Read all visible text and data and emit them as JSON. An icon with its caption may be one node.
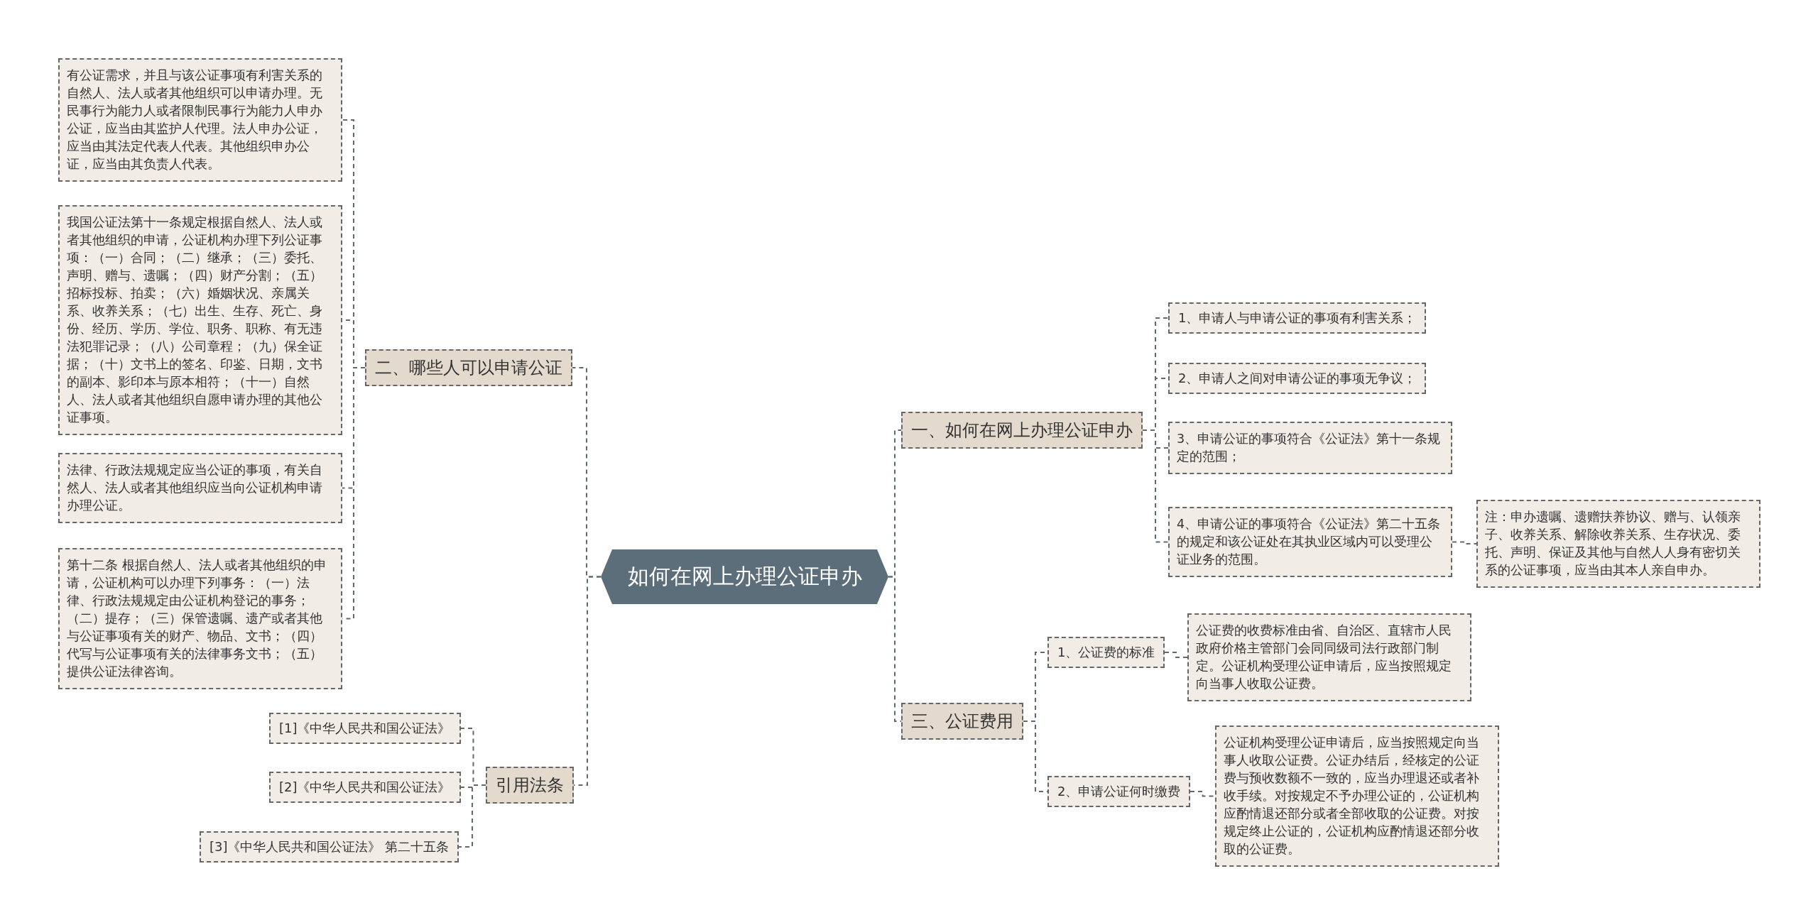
{
  "diagram": {
    "nodes": [
      {
        "text": [
          "如何在网上办理公证申办"
        ]
      },
      {
        "text": [
          "二、哪些人可以申请公证"
        ]
      },
      {
        "text": [
          "有公证需求，并且与该公证事项有利害关系的自然人、法人或者其他组织可以申请办理。无民事行为能力人或者限制民事行为能力人申办公证，应当由其监护人代理。法人申办公证，应当由其法定代表人代表。其他组织申办公证，应当由其负责人代表。"
        ]
      },
      {
        "text": [
          "我国公证法第十一条规定根据自然人、法人或者其他组织的申请，公证机构办理下列公证事项：（一）合同；（二）继承；（三）委托、声明、赠与、遗嘱；（四）财产分割；（五）招标投标、拍卖；（六）婚姻状况、亲属关系、收养关系；（七）出生、生存、死亡、身份、经历、学历、学位、职务、职称、有无违法犯罪记录；（八）公司章程；（九）保全证据；（十）文书上的签名、印鉴、日期，文书的副本、影印本与原本相符；（十一）自然人、法人或者其他组织自愿申请办理的其他公证事项。"
        ]
      },
      {
        "text": [
          "法律、行政法规规定应当公证的事项，有关自然人、法人或者其他组织应当向公证机构申请办理公证。"
        ]
      },
      {
        "text": [
          "第十二条 根据自然人、法人或者其他组织的申请，公证机构可以办理下列事务：（一）法律、行政法规规定由公证机构登记的事务；（二）提存；（三）保管遗嘱、遗产或者其他与公证事项有关的财产、物品、文书；（四）代写与公证事项有关的法律事务文书；（五）提供公证法律咨询。"
        ]
      },
      {
        "text": [
          "引用法条"
        ]
      },
      {
        "text": [
          "[1]《中华人民共和国公证法》"
        ]
      },
      {
        "text": [
          "[2]《中华人民共和国公证法》"
        ]
      },
      {
        "text": [
          "[3]《中华人民共和国公证法》 第二十五条"
        ]
      },
      {
        "text": [
          "一、如何在网上办理公证申办"
        ]
      },
      {
        "text": [
          "1、申请人与申请公证的事项有利害关系；"
        ]
      },
      {
        "text": [
          "2、申请人之间对申请公证的事项无争议；"
        ]
      },
      {
        "text": [
          "3、申请公证的事项符合《公证法》第十一条规定的范围；"
        ]
      },
      {
        "text": [
          "4、申请公证的事项符合《公证法》第二十五条的规定和该公证处在其执业区域内可以受理公证业务的范围。"
        ]
      },
      {
        "text": [
          "注：申办遗嘱、遗赠扶养协议、赠与、认领亲子、收养关系、解除收养关系、生存状况、委托、声明、保证及其他与自然人人身有密切关系的公证事项，应当由其本人亲自申办。"
        ]
      },
      {
        "text": [
          "三、公证费用"
        ]
      },
      {
        "text": [
          "1、公证费的标准"
        ]
      },
      {
        "text": [
          "公证费的收费标准由省、自治区、直辖市人民政府价格主管部门会同同级司法行政部门制定。公证机构受理公证申请后，应当按照规定向当事人收取公证费。"
        ]
      },
      {
        "text": [
          "2、申请公证何时缴费"
        ]
      },
      {
        "text": [
          "公证机构受理公证申请后，应当按照规定向当事人收取公证费。公证办结后，经核定的公证费与预收数额不一致的，应当办理退还或者补收手续。对按规定不予办理公证的，公证机构应酌情退还部分或者全部收取的公证费。对按规定终止公证的，公证机构应酌情退还部分收取的公证费。"
        ]
      }
    ],
    "edges": [
      {
        "from": 0,
        "to": 1,
        "arrow": "none"
      },
      {
        "from": 1,
        "to": 2,
        "arrow": "none"
      },
      {
        "from": 1,
        "to": 3,
        "arrow": "none"
      },
      {
        "from": 1,
        "to": 4,
        "arrow": "none"
      },
      {
        "from": 1,
        "to": 5,
        "arrow": "none"
      },
      {
        "from": 0,
        "to": 6,
        "arrow": "none"
      },
      {
        "from": 6,
        "to": 7,
        "arrow": "none"
      },
      {
        "from": 6,
        "to": 8,
        "arrow": "none"
      },
      {
        "from": 6,
        "to": 9,
        "arrow": "none"
      },
      {
        "from": 0,
        "to": 10,
        "arrow": "none"
      },
      {
        "from": 10,
        "to": 11,
        "arrow": "none"
      },
      {
        "from": 10,
        "to": 12,
        "arrow": "none"
      },
      {
        "from": 10,
        "to": 13,
        "arrow": "none"
      },
      {
        "from": 10,
        "to": 14,
        "arrow": "none"
      },
      {
        "from": 14,
        "to": 15,
        "arrow": "none"
      },
      {
        "from": 0,
        "to": 16,
        "arrow": "none"
      },
      {
        "from": 16,
        "to": 17,
        "arrow": "none"
      },
      {
        "from": 17,
        "to": 18,
        "arrow": "none"
      },
      {
        "from": 16,
        "to": 19,
        "arrow": "none"
      },
      {
        "from": 19,
        "to": 20,
        "arrow": "none"
      }
    ]
  }
}
